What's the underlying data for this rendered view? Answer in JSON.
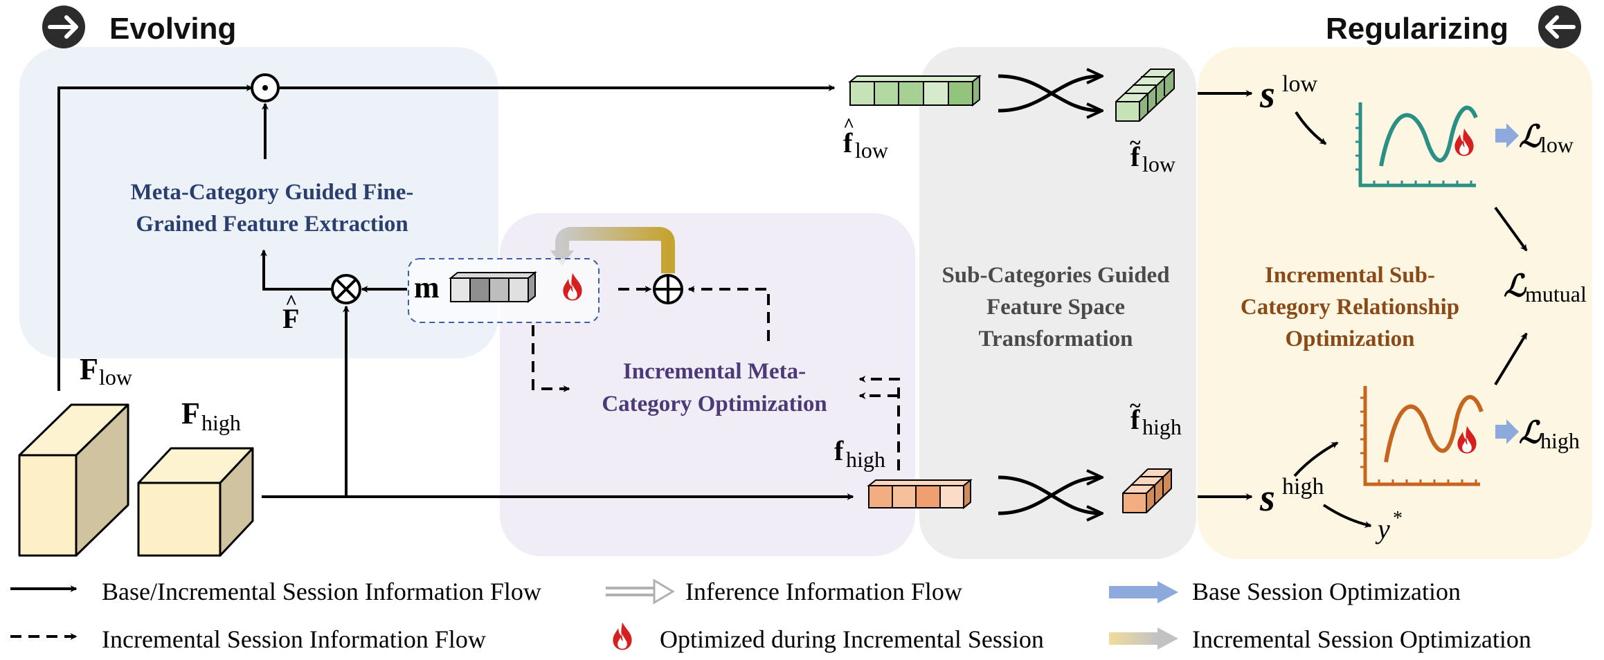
{
  "header": {
    "left_title": "Evolving",
    "right_title": "Regularizing"
  },
  "regions": {
    "blue_line1": "Meta-Category Guided Fine-",
    "blue_line2": "Grained Feature Extraction",
    "purple_line1": "Incremental Meta-",
    "purple_line2": "Category Optimization",
    "gray_line1": "Sub-Categories Guided",
    "gray_line2": "Feature Space",
    "gray_line3": "Transformation",
    "yellow_line1": "Incremental Sub-",
    "yellow_line2": "Category Relationship",
    "yellow_line3": "Optimization"
  },
  "symbols": {
    "F": "F",
    "low": "low",
    "high": "high",
    "m": "m",
    "f": "f",
    "s": "s",
    "L": "ℒ",
    "mutual": "mutual",
    "y": "y",
    "star": "*",
    "hat": "^",
    "tilde": "~",
    "odot": "⊙",
    "otimes": "⊗",
    "oplus": "⊕"
  },
  "legend": {
    "solid": "Base/Incremental Session Information Flow",
    "dashed": "Incremental Session Information Flow",
    "inference": "Inference Information Flow",
    "flame": "Optimized during Incremental Session",
    "base_opt": "Base Session Optimization",
    "inc_opt": "Incremental Session Optimization"
  },
  "colors": {
    "blue_region": "#edf2f9",
    "purple_region": "#f1edf6",
    "gray_region": "#ededed",
    "yellow_region": "#fdf6e3",
    "blue_text": "#2a3f6e",
    "purple_text": "#4b3978",
    "gray_text": "#4a4a4a",
    "brown_text": "#8a4a18",
    "teal_curve": "#2a9085",
    "orange_curve": "#c6651f",
    "green_cube": "#b9dfaa",
    "orange_cube": "#f2ad80",
    "cube_yellow": "#fdefc6",
    "flame": "#d61f1f",
    "base_opt_arrow": "#8ea9dc",
    "gold": "#c9a93c"
  },
  "icons": [
    "arrow-right-circle-icon",
    "arrow-left-circle-icon",
    "flame-icon"
  ]
}
